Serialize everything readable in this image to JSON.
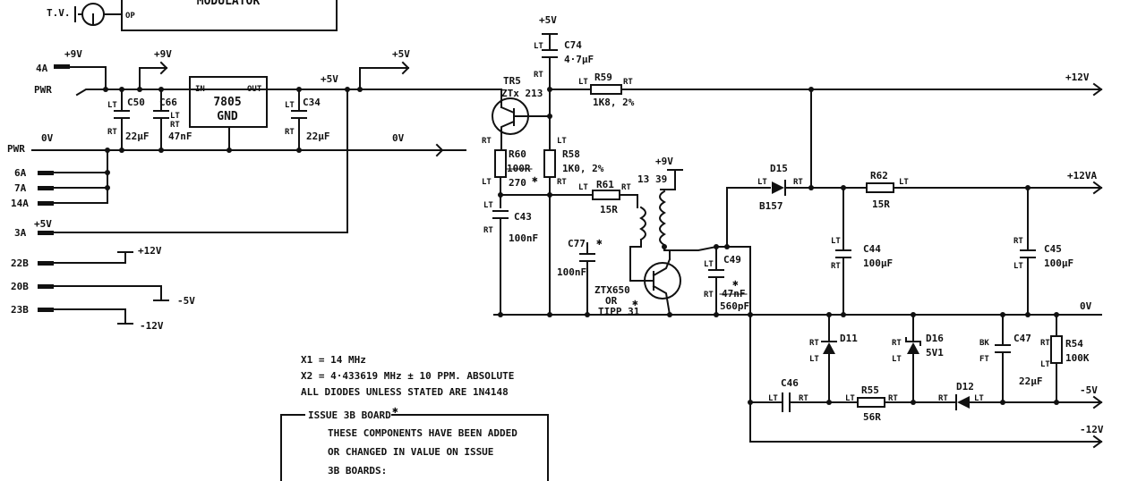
{
  "modulator": {
    "label": "MODULATOR",
    "tv": "T.V.",
    "op": "OP"
  },
  "connectors": {
    "p4a": "4A",
    "pwr1": "PWR",
    "pwr2": "PWR",
    "ov_in": "0V",
    "p6a": "6A",
    "p7a": "7A",
    "p14a": "14A",
    "p3a": "3A",
    "p22b": "22B",
    "p20b": "20B",
    "p23b": "23B"
  },
  "rails": {
    "plus9v_a": "+9V",
    "plus9v_b": "+9V",
    "plus5v_a": "+5V",
    "plus5v_b": "+5V",
    "plus5v_c": "+5V",
    "plus5v_top": "+5V",
    "zero_v_a": "0V",
    "zero_v_b": "0V",
    "plus12v_out": "+12V",
    "plus12va_out": "+12VA",
    "plus12v_small": "+12V",
    "minus5v_small": "-5V",
    "minus12v_small": "-12V",
    "minus5v_out": "-5V",
    "minus12v_out": "-12V",
    "plus9v_xfmr": "+9V"
  },
  "regulator": {
    "in": "IN",
    "out": "OUT",
    "part": "7805",
    "gnd": "GND"
  },
  "components": {
    "c50": "C50",
    "c50v": "22µF",
    "c66": "C66",
    "c66v": "47nF",
    "c34": "C34",
    "c34v": "22µF",
    "c74": "C74",
    "c74v": "4·7µF",
    "r59": "R59",
    "r59v": "1K8, 2%",
    "tr5": "TR5",
    "tr5v": "ZTx 213",
    "r60": "R60",
    "r60v_old": "100R",
    "r60v": "270",
    "r58": "R58",
    "r58v": "1K0, 2%",
    "r61": "R61",
    "r61v": "15R",
    "c43": "C43",
    "c43v": "100nF",
    "c77": "C77",
    "c77v": "100nF",
    "xfmr_a": "13",
    "xfmr_b": "39",
    "tr_part_a": "ZTX650",
    "tr_part_or": "OR",
    "tr_part_b": "TIPP 31",
    "c49": "C49",
    "c49v_old": "47nF",
    "c49v": "560pF",
    "d15": "D15",
    "d15v": "B157",
    "r62": "R62",
    "r62v": "15R",
    "c44": "C44",
    "c44v": "100µF",
    "c45": "C45",
    "c45v": "100µF",
    "d11": "D11",
    "d16": "D16",
    "d16v": "5V1",
    "c47": "C47",
    "c47v": "22µF",
    "r54": "R54",
    "r54v": "100K",
    "c46": "C46",
    "r55": "R55",
    "r55v": "56R",
    "d12": "D12"
  },
  "pin_marks": {
    "lt": "LT",
    "rt": "RT",
    "bk": "BK",
    "ft": "FT",
    "star": "✱"
  },
  "notes": {
    "x1": "X1 = 14 MHz",
    "x2": "X2 = 4·433619 MHz  ± 10 PPM. ABSOLUTE",
    "diodes": "ALL DIODES UNLESS STATED ARE 1N4148",
    "issue_title": "ISSUE 3B BOARD",
    "issue_line1": "THESE COMPONENTS HAVE BEEN ADDED",
    "issue_line2": "OR CHANGED IN VALUE ON ISSUE",
    "issue_line3": "3B BOARDS:"
  }
}
